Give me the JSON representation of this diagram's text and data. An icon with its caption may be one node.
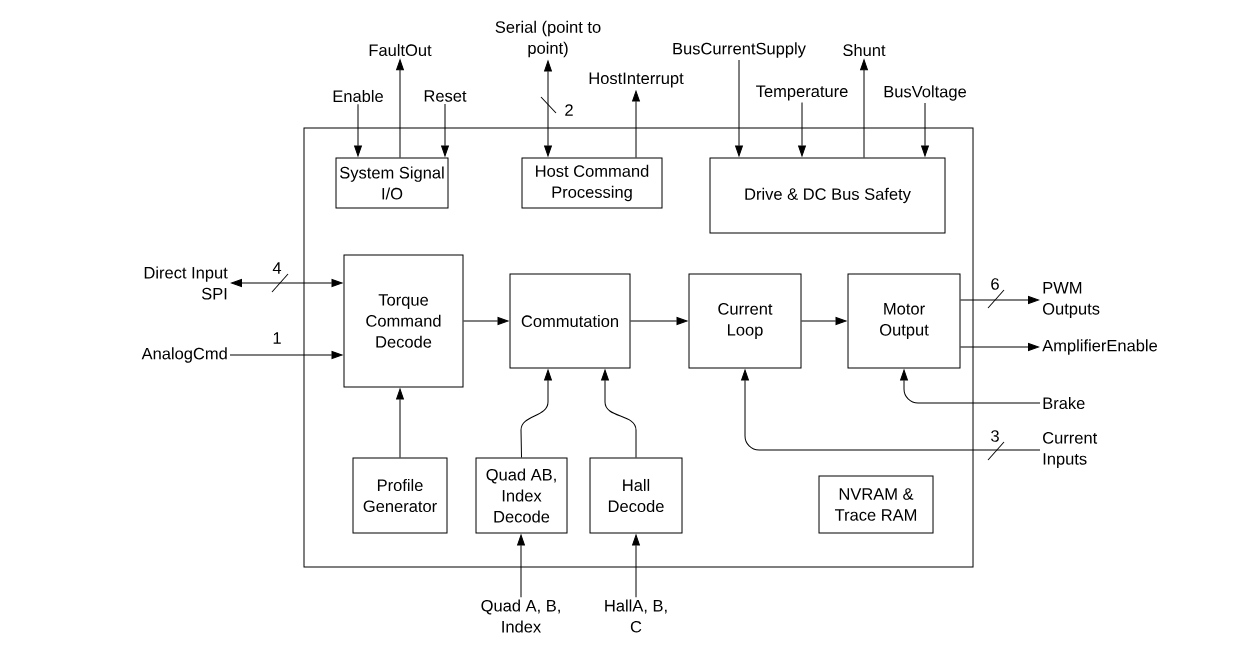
{
  "diagram": {
    "nodes": [
      {
        "text": [],
        "shape": "box"
      },
      {
        "text": [
          "System Signal I/O"
        ],
        "in": 0
      },
      {
        "text": [
          "Host Command Processing"
        ],
        "in": 0
      },
      {
        "text": [
          "Drive & DC Bus Safety"
        ],
        "in": 0
      },
      {
        "text": [
          "Torque Command Decode"
        ],
        "in": 0
      },
      {
        "text": [
          "Commutation"
        ],
        "in": 0
      },
      {
        "text": [
          "Current Loop"
        ],
        "in": 0
      },
      {
        "text": [
          "Motor Output"
        ],
        "in": 0
      },
      {
        "text": [
          "Profile Generator"
        ],
        "in": 0
      },
      {
        "text": [
          "Quad AB, Index Decode"
        ],
        "in": 0
      },
      {
        "text": [
          "Hall Decode"
        ],
        "in": 0
      },
      {
        "text": [
          "NVRAM & Trace RAM"
        ],
        "in": 0
      },
      {
        "text": [
          "Enable"
        ]
      },
      {
        "text": [
          "FaultOut"
        ]
      },
      {
        "text": [
          "Reset"
        ]
      },
      {
        "text": [
          "Serial (point to point)"
        ]
      },
      {
        "text": [
          "HostInterrupt"
        ]
      },
      {
        "text": [
          "BusCurrentSupply"
        ]
      },
      {
        "text": [
          "Temperature"
        ]
      },
      {
        "text": [
          "Shunt"
        ]
      },
      {
        "text": [
          "BusVoltage"
        ]
      },
      {
        "text": [
          "Direct Input SPI"
        ]
      },
      {
        "text": [
          "AnalogCmd"
        ]
      },
      {
        "text": [
          "PWM Outputs"
        ]
      },
      {
        "text": [
          "AmplifierEnable"
        ]
      },
      {
        "text": [
          "Brake"
        ]
      },
      {
        "text": [
          "Current Inputs"
        ]
      },
      {
        "text": [
          "Quad A, B, Index"
        ]
      },
      {
        "text": [
          "HallA, B, C"
        ]
      }
    ],
    "edges": [
      {
        "from": 12,
        "to": 1,
        "arrow": "to"
      },
      {
        "from": 1,
        "to": 13,
        "arrow": "to"
      },
      {
        "from": 14,
        "to": 1,
        "arrow": "to"
      },
      {
        "from": 15,
        "to": 2,
        "arrow": "both",
        "label": "2"
      },
      {
        "from": 2,
        "to": 16,
        "arrow": "to"
      },
      {
        "from": 17,
        "to": 3,
        "arrow": "to"
      },
      {
        "from": 18,
        "to": 3,
        "arrow": "to"
      },
      {
        "from": 3,
        "to": 19,
        "arrow": "to"
      },
      {
        "from": 20,
        "to": 3,
        "arrow": "to"
      },
      {
        "from": 21,
        "to": 4,
        "arrow": "both",
        "label": "4"
      },
      {
        "from": 22,
        "to": 4,
        "arrow": "to",
        "label": "1"
      },
      {
        "from": 4,
        "to": 5,
        "arrow": "to"
      },
      {
        "from": 5,
        "to": 6,
        "arrow": "to"
      },
      {
        "from": 6,
        "to": 7,
        "arrow": "to"
      },
      {
        "from": 7,
        "to": 23,
        "arrow": "to",
        "label": "6"
      },
      {
        "from": 7,
        "to": 24,
        "arrow": "to"
      },
      {
        "from": 25,
        "to": 7,
        "arrow": "to"
      },
      {
        "from": 26,
        "to": 6,
        "arrow": "to",
        "label": "3"
      },
      {
        "from": 8,
        "to": 4,
        "arrow": "to"
      },
      {
        "from": 9,
        "to": 5,
        "arrow": "to"
      },
      {
        "from": 10,
        "to": 5,
        "arrow": "to"
      },
      {
        "from": 27,
        "to": 9,
        "arrow": "to"
      },
      {
        "from": 28,
        "to": 10,
        "arrow": "to"
      }
    ]
  }
}
